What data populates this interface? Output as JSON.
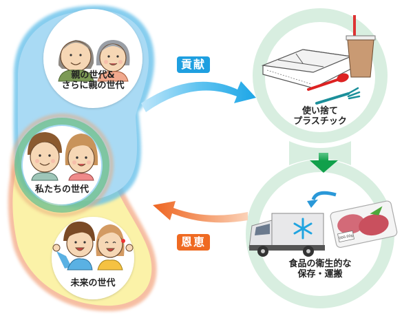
{
  "title": "Generations and single-use plastics cycle",
  "colors": {
    "blue_blob": "#a9daf4",
    "blue_blob_edge": "#5fbde9",
    "yellow_blob": "#fbf2a8",
    "yellow_blob_edge": "#f3a98a",
    "green_ring": "#d4ecdc",
    "green_ring_mid": "#9fd3b1",
    "contribution_arrow": "#29a9e6",
    "contribution_badge": "#1e9fe0",
    "benefit_arrow": "#ef6b2c",
    "benefit_badge": "#ef6a22",
    "down_arrow": "#1fa85a"
  },
  "generations": [
    {
      "id": "parents",
      "label_line1": "親の世代&",
      "label_line2": "さらに親の世代",
      "illustration": "elderly-couple"
    },
    {
      "id": "us",
      "label_line1": "私たちの世代",
      "label_line2": "",
      "illustration": "adult-couple"
    },
    {
      "id": "future",
      "label_line1": "未来の世代",
      "label_line2": "",
      "illustration": "children"
    }
  ],
  "items": [
    {
      "id": "plastic",
      "label_line1": "使い捨て",
      "label_line2": "プラスチック",
      "illustration": "disposable-plastics"
    },
    {
      "id": "hygiene",
      "label_line1": "食品の衛生的な",
      "label_line2": "保存・運搬",
      "illustration": "refrigerated-truck-and-meat"
    }
  ],
  "flows": {
    "contribution": "貢献",
    "benefit": "恩恵"
  },
  "product_tag": "000.00g"
}
